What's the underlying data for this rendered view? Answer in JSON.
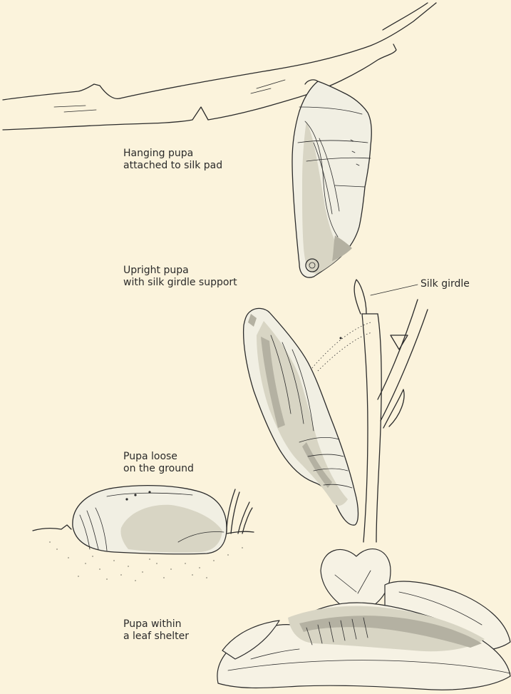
{
  "captions": {
    "hanging": {
      "line1": "Hanging pupa",
      "line2": "attached to silk pad"
    },
    "upright": {
      "line1": "Upright pupa",
      "line2": "with silk girdle support"
    },
    "loose": {
      "line1": "Pupa loose",
      "line2": "on the ground"
    },
    "shelter": {
      "line1": "Pupa within",
      "line2": "a leaf shelter"
    }
  },
  "labels": {
    "silk_girdle": "Silk girdle"
  },
  "colors": {
    "background": "#fbf3dc",
    "line": "#2b2b2b",
    "shade": "#d8d5c4"
  }
}
